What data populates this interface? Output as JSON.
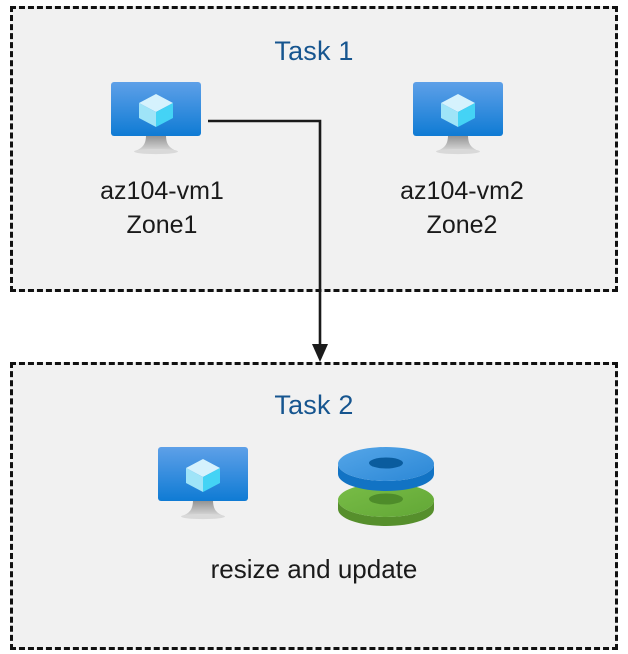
{
  "diagram": {
    "title_color": "#16558f",
    "box_fill": "#f1f1f1",
    "box_border_color": "#111111",
    "label_color": "#1a1a1a",
    "connector_color": "#1a1a1a",
    "groups": [
      {
        "id": "task1",
        "title": "Task 1"
      },
      {
        "id": "task2",
        "title": "Task 2"
      }
    ]
  },
  "task1": {
    "title": "Task 1",
    "nodes": [
      {
        "id": "vm1",
        "icon": "azure-virtual-machine-icon",
        "name": "az104-vm1",
        "zone": "Zone1",
        "label": "az104-vm1\nZone1"
      },
      {
        "id": "vm2",
        "icon": "azure-virtual-machine-icon",
        "name": "az104-vm2",
        "zone": "Zone2",
        "label": "az104-vm2\nZone2"
      }
    ]
  },
  "task2": {
    "title": "Task 2",
    "caption": "resize and update",
    "nodes": [
      {
        "id": "vm3",
        "icon": "azure-virtual-machine-icon"
      },
      {
        "id": "disks",
        "icon": "azure-disks-icon",
        "disk_top_color": "#3c96e0",
        "disk_bottom_color": "#6cb33e"
      }
    ]
  },
  "connector": {
    "from": "vm1",
    "to": "task2",
    "style": "elbow-arrow",
    "color": "#1a1a1a"
  },
  "colors": {
    "vm_screen_top": "#5ea0e8",
    "vm_screen_bottom": "#0f7bd4",
    "vm_cube_light": "#d5f2fd",
    "vm_cube_mid": "#9fe4f8",
    "vm_cube_bright": "#44d3f5",
    "vm_stand": "#a6a6a6",
    "disk_blue_top": "#3c96e0",
    "disk_blue_side": "#1a7fd0",
    "disk_blue_hole": "#0a5c9e",
    "disk_green_top": "#6cb33e",
    "disk_green_side": "#57952f",
    "disk_green_hole": "#4e8c2a"
  }
}
